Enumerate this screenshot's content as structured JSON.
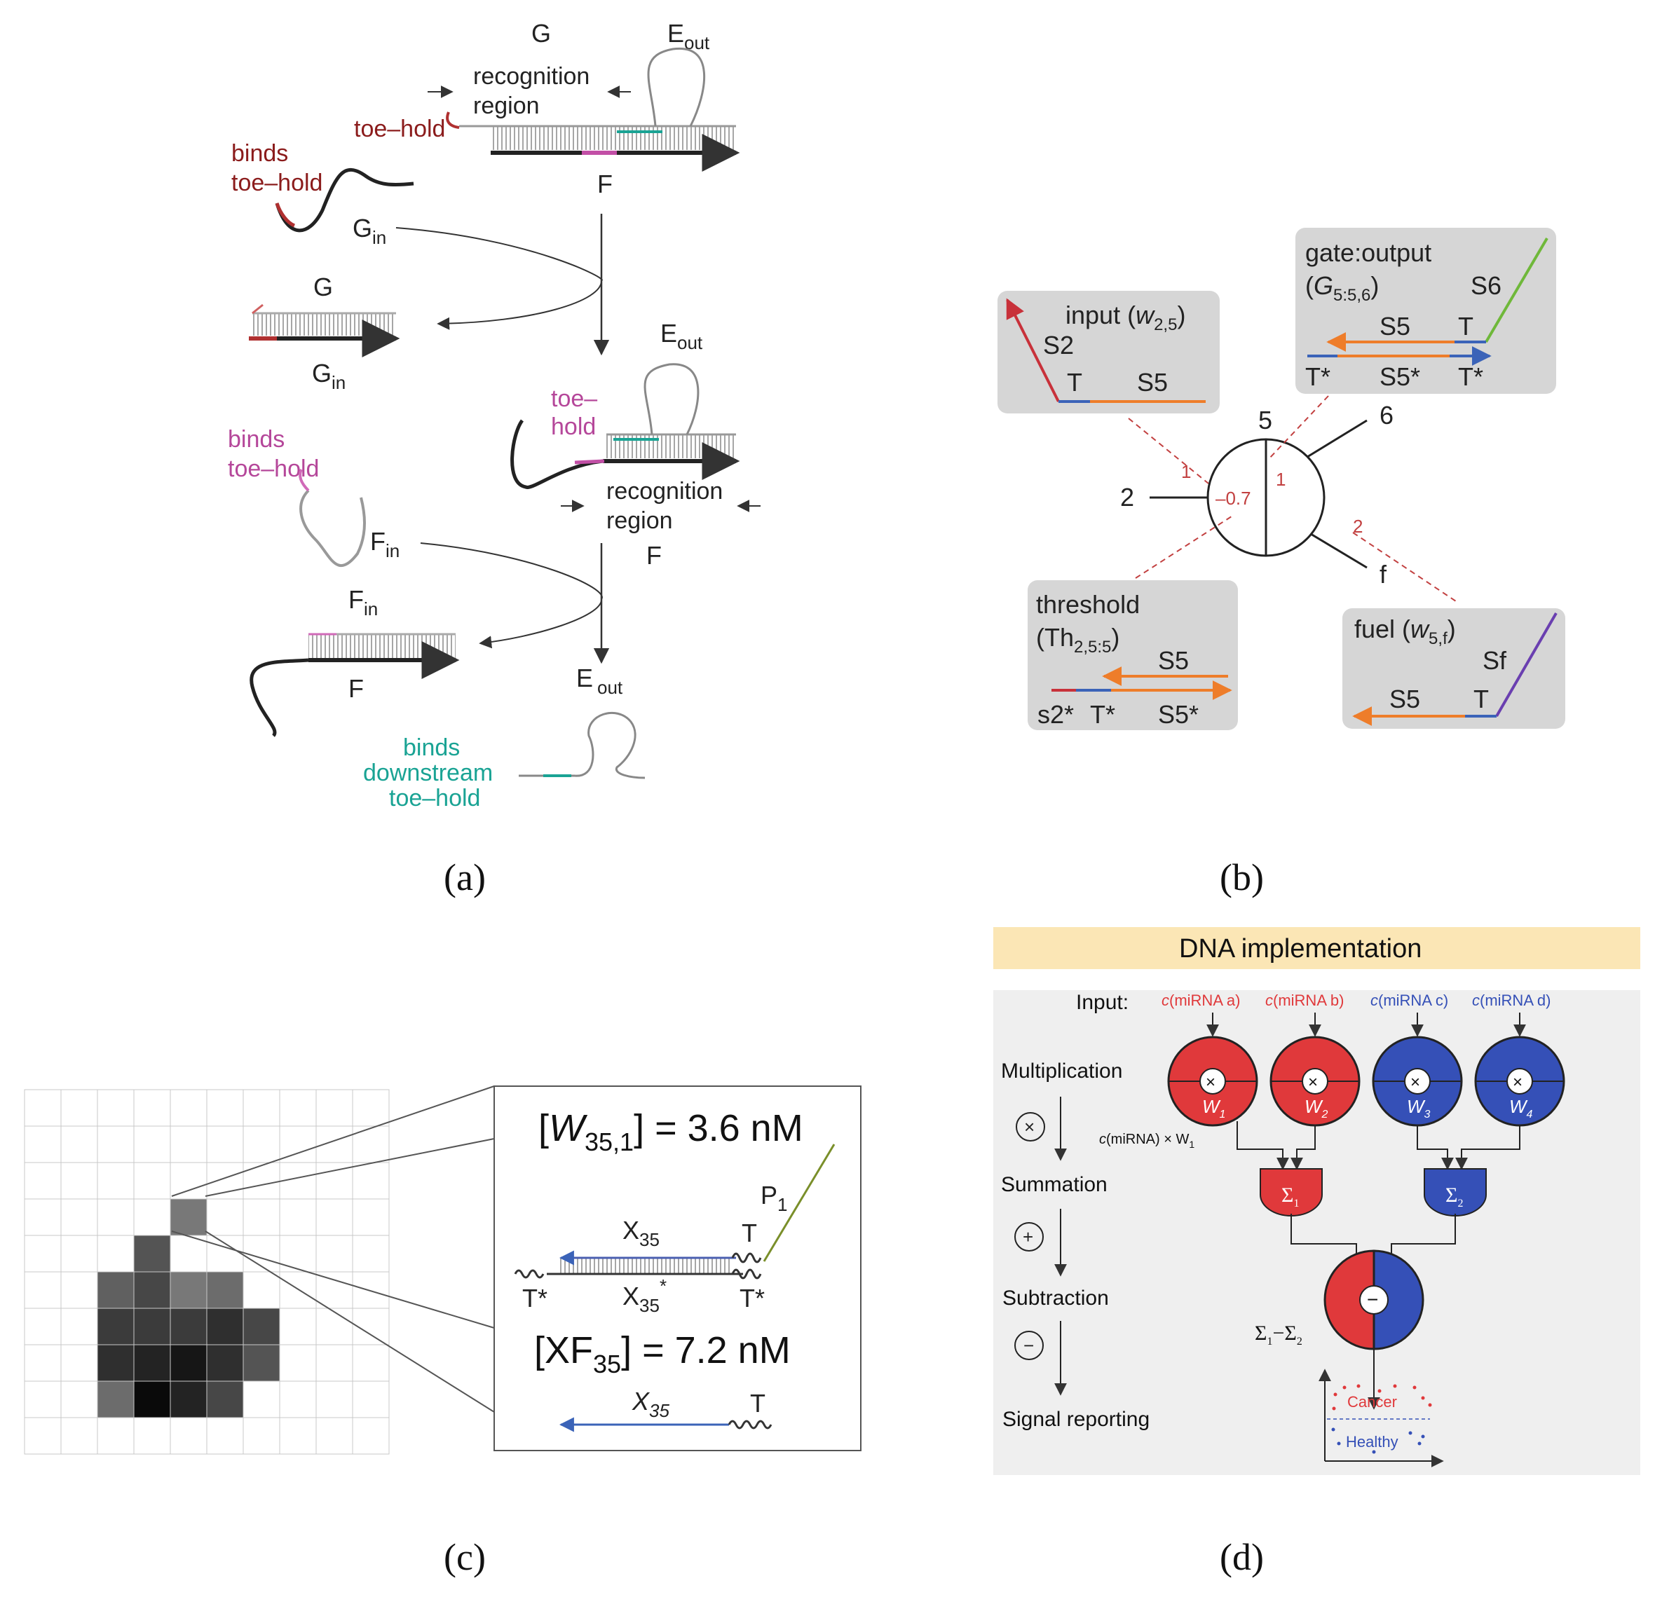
{
  "captions": {
    "a": "(a)",
    "b": "(b)",
    "c": "(c)",
    "d": "(d)"
  },
  "panel_a": {
    "G": "G",
    "E": "E",
    "out": "out",
    "recognition": "recognition",
    "region": "region",
    "toe_hold": "toe–hold",
    "binds": "binds",
    "binds_toe_hold": "toe–hold",
    "F": "F",
    "G_label": "G",
    "in": "in",
    "toe": "toe–",
    "hold": "hold",
    "binds2": "binds",
    "binds2_toe_hold": "toe–hold",
    "binds3": "binds",
    "downstream": "downstream",
    "binds3_toe_hold": "toe–hold"
  },
  "panel_b": {
    "input_label": "input (",
    "w": "w",
    "w_input_sub": "2,5",
    "close_paren": ")",
    "S2": "S2",
    "T": "T",
    "S5": "S5",
    "gate_output": "gate:output",
    "G": "G",
    "g_sub": "5:5,6",
    "S6": "S6",
    "T_star": "T*",
    "S5_star": "S5*",
    "threshold": "threshold",
    "Th": "Th",
    "th_sub": "2,5:5",
    "s2_star": "s2*",
    "fuel": "fuel (",
    "w_fuel_sub": "5,f",
    "Sf": "Sf",
    "node_5": "5",
    "node_6": "6",
    "node_2": "2",
    "node_f": "f",
    "w_in": "1",
    "w_gate": "1",
    "w_fuel": "2",
    "threshold_val": "–0.7"
  },
  "panel_c": {
    "W_eq_left": "[",
    "W": "W",
    "W_sub": "35,1",
    "W_eq_right": "] = 3.6 nM",
    "P": "P",
    "P_sub": "1",
    "X": "X",
    "X_sub": "35",
    "T": "T",
    "T_star": "T*",
    "X_star_sup": "*",
    "XF_left": "[XF",
    "XF_sub": "35",
    "XF_right": "] = 7.2 nM",
    "pixel_grid": [
      [
        0,
        0,
        0,
        0,
        0,
        0,
        0,
        0,
        0,
        0
      ],
      [
        0,
        0,
        0,
        0,
        0,
        0,
        0,
        0,
        0,
        0
      ],
      [
        0,
        0,
        0,
        0,
        0,
        0,
        0,
        0,
        0,
        0
      ],
      [
        0,
        0,
        0,
        0,
        0.55,
        0,
        0,
        0,
        0,
        0
      ],
      [
        0,
        0,
        0,
        0.7,
        0,
        0,
        0,
        0,
        0,
        0
      ],
      [
        0,
        0,
        0.65,
        0.75,
        0.55,
        0.6,
        0,
        0,
        0,
        0
      ],
      [
        0,
        0,
        0.8,
        0.8,
        0.8,
        0.85,
        0.75,
        0,
        0,
        0
      ],
      [
        0,
        0,
        0.85,
        0.9,
        0.95,
        0.85,
        0.7,
        0,
        0,
        0
      ],
      [
        0,
        0,
        0.6,
        1.0,
        0.9,
        0.75,
        0,
        0,
        0,
        0
      ],
      [
        0,
        0,
        0,
        0,
        0,
        0,
        0,
        0,
        0,
        0
      ]
    ]
  },
  "panel_d": {
    "header": "DNA implementation",
    "input": "Input:",
    "c": "c",
    "mirna_a": "(miRNA a)",
    "mirna_b": "(miRNA b)",
    "mirna_c": "(miRNA c)",
    "mirna_d": "(miRNA d)",
    "multiplication": "Multiplication",
    "summation": "Summation",
    "subtraction": "Subtraction",
    "signal_reporting": "Signal reporting",
    "product_label": "(miRNA) × W",
    "product_sub": "1",
    "w1": "W",
    "w1_sub": "1",
    "w2": "W",
    "w2_sub": "2",
    "w3": "W",
    "w3_sub": "3",
    "w4": "W",
    "w4_sub": "4",
    "sigma": "Σ",
    "sigma1_sub": "1",
    "sigma2_sub": "2",
    "diff_label": "Σ",
    "minus": "−",
    "cancer": "Cancer",
    "healthy": "Healthy",
    "colors": {
      "red": "#e0393b",
      "blue": "#3550b7",
      "header_bg": "#fbe6b5",
      "panel_bg": "#efefef"
    }
  }
}
